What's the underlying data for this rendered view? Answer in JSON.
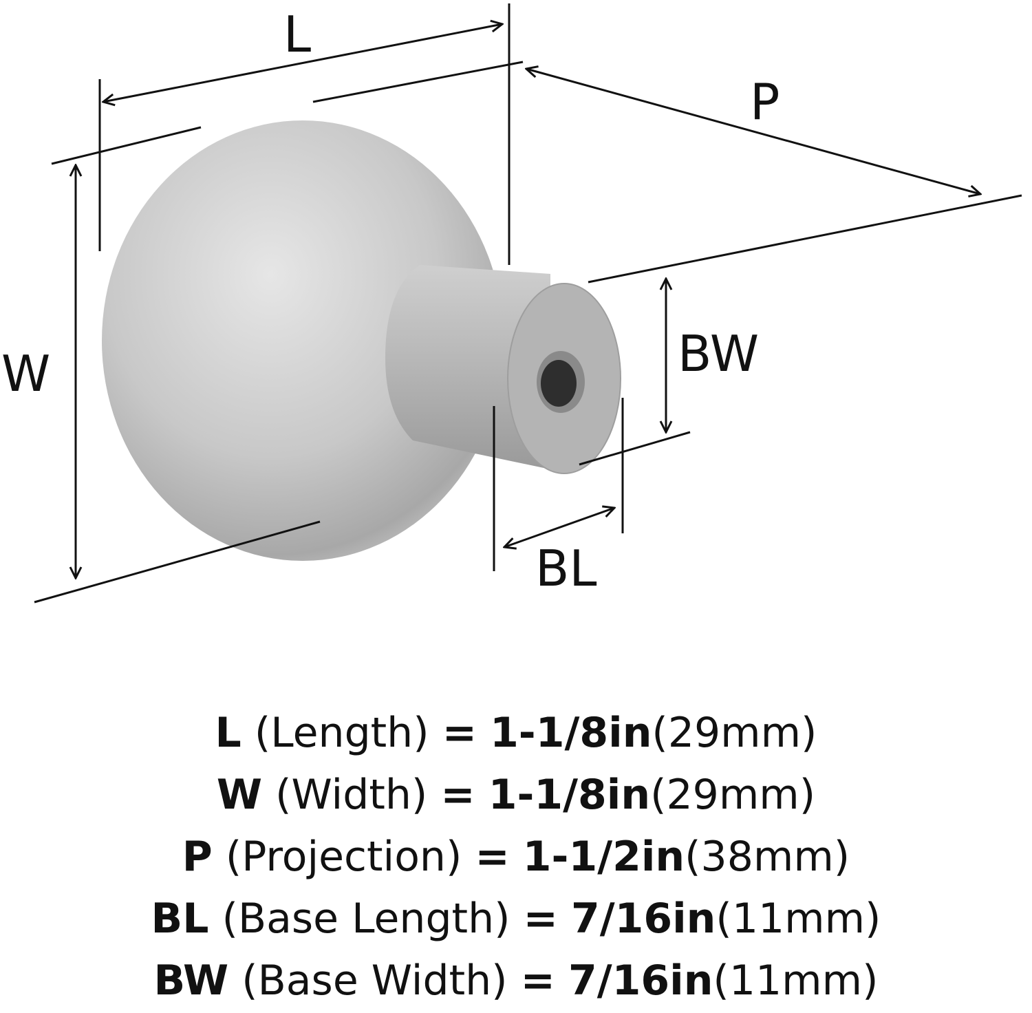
{
  "diagram": {
    "labels": {
      "L": "L",
      "W": "W",
      "P": "P",
      "BW": "BW",
      "BL": "BL"
    }
  },
  "specs": [
    {
      "code": "L",
      "name": "(Length)",
      "eq": "=",
      "imperial": "1-1/8in",
      "metric": "(29mm)"
    },
    {
      "code": "W",
      "name": "(Width)",
      "eq": "=",
      "imperial": "1-1/8in",
      "metric": "(29mm)"
    },
    {
      "code": "P",
      "name": "(Projection)",
      "eq": "=",
      "imperial": "1-1/2in",
      "metric": "(38mm)"
    },
    {
      "code": "BL",
      "name": "(Base Length)",
      "eq": "=",
      "imperial": "7/16in",
      "metric": "(11mm)"
    },
    {
      "code": "BW",
      "name": "(Base Width)",
      "eq": "=",
      "imperial": "7/16in",
      "metric": "(11mm)"
    }
  ],
  "colors": {
    "line": "#111111",
    "metal_light": "#e4e4e4",
    "metal_mid": "#bdbdbd",
    "metal_dark": "#8f8f8f",
    "hole": "#2e2e2e"
  }
}
